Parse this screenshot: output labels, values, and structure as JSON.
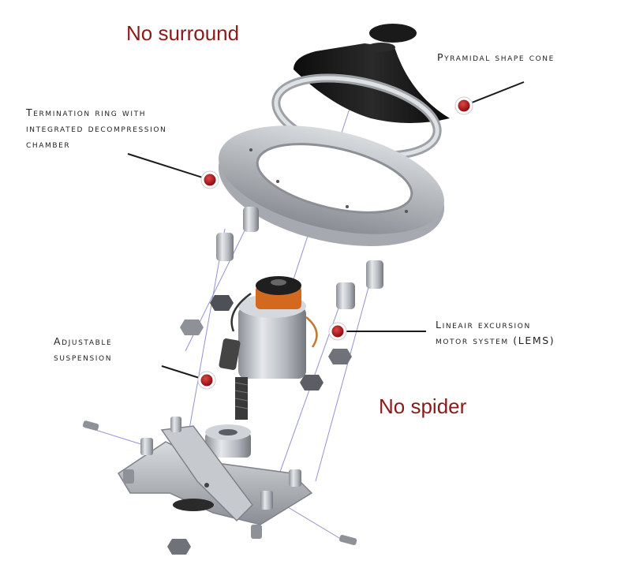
{
  "headline_left": "No surround",
  "headline_right": "No spider",
  "callouts": {
    "cone": "Pyramidal shape cone",
    "ring": [
      "Termination ring with",
      "integrated decompression",
      "chamber"
    ],
    "motor": [
      "Lineair excursion",
      "motor system (LEMS)"
    ],
    "suspension": [
      "Adjustable",
      "suspension"
    ]
  },
  "colors": {
    "headline": "#8b1a1a",
    "marker": "#b3161b",
    "metal": "#b8bcc2",
    "cone": "#161616",
    "accent": "#d2691e",
    "guide": "#3a3aa8"
  }
}
